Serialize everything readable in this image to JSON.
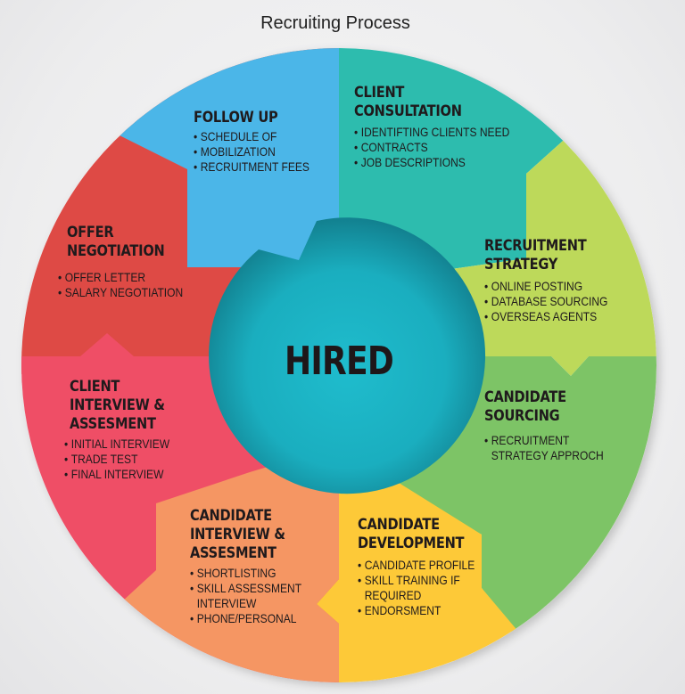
{
  "title": "Recruiting Process",
  "center": {
    "label": "HIRED",
    "color": "#1fb3c6"
  },
  "colors": {
    "follow_up": "#4bb6e8",
    "client_consultation": "#2dbcae",
    "recruitment_strategy": "#bdd95a",
    "candidate_sourcing": "#7dc466",
    "candidate_development": "#fdc938",
    "candidate_interview": "#f59663",
    "client_interview": "#ef4e66",
    "offer_negotiation": "#de4a45"
  },
  "segments": [
    {
      "id": "client-consultation",
      "heading": [
        "CLIENT",
        "CONSULTATION"
      ],
      "bullets": [
        "IDENTIFTING CLIENTS NEED",
        "CONTRACTS",
        "JOB DESCRIPTIONS"
      ]
    },
    {
      "id": "recruitment-strategy",
      "heading": [
        "RECRUITMENT",
        "STRATEGY"
      ],
      "bullets": [
        "ONLINE POSTING",
        "DATABASE SOURCING",
        "OVERSEAS AGENTS"
      ]
    },
    {
      "id": "candidate-sourcing",
      "heading": [
        "CANDIDATE",
        "SOURCING"
      ],
      "bullets": [
        [
          "RECRUITMENT",
          "STRATEGY APPROCH"
        ]
      ]
    },
    {
      "id": "candidate-development",
      "heading": [
        "CANDIDATE",
        "DEVELOPMENT"
      ],
      "bullets": [
        "CANDIDATE PROFILE",
        [
          "SKILL TRAINING IF",
          "REQUIRED"
        ],
        "ENDORSMENT"
      ]
    },
    {
      "id": "candidate-interview-assesment",
      "heading": [
        "CANDIDATE",
        "INTERVIEW &",
        "ASSESMENT"
      ],
      "bullets": [
        "SHORTLISTING",
        [
          "SKILL ASSESSMENT",
          "INTERVIEW"
        ],
        "PHONE/PERSONAL"
      ]
    },
    {
      "id": "client-interview-assesment",
      "heading": [
        "CLIENT",
        "INTERVIEW &",
        "ASSESMENT"
      ],
      "bullets": [
        "INITIAL INTERVIEW",
        "TRADE TEST",
        "FINAL INTERVIEW"
      ]
    },
    {
      "id": "offer-negotiation",
      "heading": [
        "OFFER",
        "NEGOTIATION"
      ],
      "bullets": [
        "OFFER LETTER",
        "SALARY NEGOTIATION"
      ]
    },
    {
      "id": "follow-up",
      "heading": [
        "FOLLOW UP"
      ],
      "bullets": [
        "SCHEDULE OF",
        "MOBILIZATION",
        "RECRUITMENT FEES"
      ]
    }
  ]
}
